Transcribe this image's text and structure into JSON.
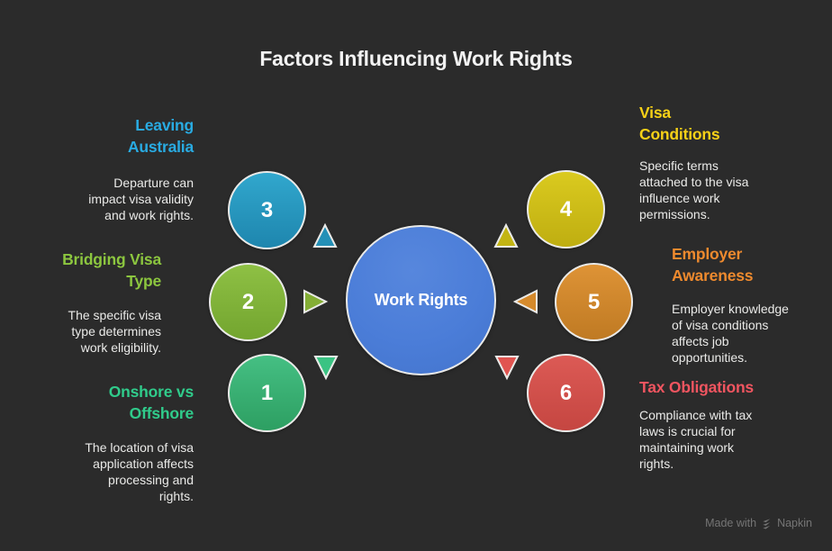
{
  "title": "Factors Influencing Work Rights",
  "background_color": "#2b2b2b",
  "center": {
    "label": "Work Rights",
    "color": "#4b7dd8",
    "border_color": "#eaeae8"
  },
  "factors": [
    {
      "number": "1",
      "heading": [
        "Onshore vs",
        "Offshore"
      ],
      "heading_color": "#30cb8b",
      "body": [
        "The location of visa",
        "application affects",
        "processing and",
        "rights."
      ],
      "circle_color": "#3ab474",
      "arrow_direction": "down",
      "arrow_color": "#3ac383"
    },
    {
      "number": "2",
      "heading": [
        "Bridging Visa",
        "Type"
      ],
      "heading_color": "#8cc63f",
      "body": [
        "The specific visa",
        "type determines",
        "work eligibility."
      ],
      "circle_color": "#81b33a",
      "arrow_direction": "right",
      "arrow_color": "#84ae35"
    },
    {
      "number": "3",
      "heading": [
        "Leaving",
        "Australia"
      ],
      "heading_color": "#29abe2",
      "body": [
        "Departure can",
        "impact visa validity",
        "and work rights."
      ],
      "circle_color": "#2897be",
      "arrow_direction": "up",
      "arrow_color": "#2490b7"
    },
    {
      "number": "4",
      "heading": [
        "Visa",
        "Conditions"
      ],
      "heading_color": "#f7d117",
      "body": [
        "Specific terms",
        "attached to the visa",
        "influence work",
        "permissions."
      ],
      "circle_color": "#cdbc18",
      "arrow_direction": "up",
      "arrow_color": "#c3b513"
    },
    {
      "number": "5",
      "heading": [
        "Employer",
        "Awareness"
      ],
      "heading_color": "#ee8a2e",
      "body": [
        "Employer knowledge",
        "of visa conditions",
        "affects job",
        "opportunities."
      ],
      "circle_color": "#cf872d",
      "arrow_direction": "left",
      "arrow_color": "#d58a2c"
    },
    {
      "number": "6",
      "heading": [
        "Tax Obligations"
      ],
      "heading_color": "#f05560",
      "body": [
        "Compliance with tax",
        "laws is crucial for",
        "maintaining work",
        "rights."
      ],
      "circle_color": "#d1504b",
      "arrow_direction": "down",
      "arrow_color": "#e15450"
    }
  ],
  "footer": {
    "made_with": "Made with",
    "brand": "Napkin"
  }
}
